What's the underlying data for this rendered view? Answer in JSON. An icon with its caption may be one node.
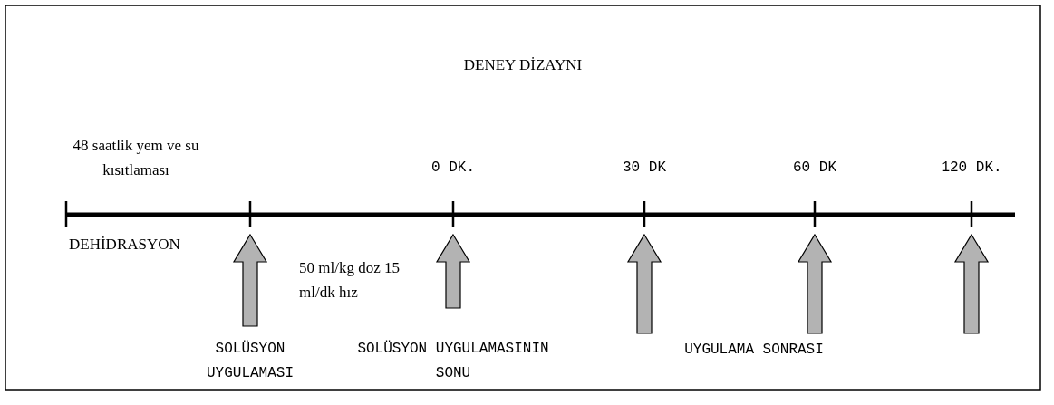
{
  "diagram": {
    "title": "DENEY DİZAYNI",
    "labels": [
      "48 saatlik yem ve su kısıtlaması",
      "0 DK.",
      "30 DK",
      "60 DK",
      "120 DK.",
      "DEHİDRASYON",
      "50 ml/kg doz 15 ml/dk hız",
      "SOLÜSYON UYGULAMASI",
      "SOLÜSYON UYGULAMASININ SONU",
      "UYGULAMA SONRASI"
    ]
  }
}
